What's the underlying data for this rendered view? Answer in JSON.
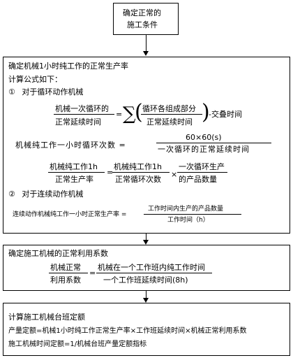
{
  "top_box": {
    "line1": "确定正常的",
    "line2": "施工条件"
  },
  "section1": {
    "title": "确定机械1小时纯工作的正常生产率",
    "calc_intro": "计算公式如下：",
    "item1_marker": "①",
    "item1_label": "对于循环动作机械",
    "f1_lhs_num": "机械一次循环的",
    "f1_lhs_den": "正常延续时间",
    "f1_eq": "=",
    "f1_sigma": "∑",
    "f1_inner_num": "循环各组成部分",
    "f1_inner_den": "正常延续时间",
    "f1_tail": "-交叠时间",
    "f2_lhs": "机械纯工作一小时循环次数 =",
    "f2_num": "60×60(s)",
    "f2_den": "一次循环的正常延续时间",
    "f3_lhs_num": "机械纯工作1h",
    "f3_lhs_den": "正常生产率",
    "f3_eq": "=",
    "f3_mid_num": "机械纯工作1h",
    "f3_mid_den": "正常循环次数",
    "f3_times": "×",
    "f3_right_num": "一次循环生产",
    "f3_right_den": "的产品数量",
    "item2_marker": "②",
    "item2_label": "对于连续动作机械",
    "f4_lhs": "连续动作机械纯工作一小时正常生产率 =",
    "f4_num": "工作时间内生产的产品数量",
    "f4_den": "工作时间（h）"
  },
  "section2": {
    "title": "确定施工机械的正常利用系数",
    "f5_lhs_num": "机械正常",
    "f5_lhs_den": "利用系数",
    "f5_eq": "=",
    "f5_num": "机械在一个工作班内纯工作时间",
    "f5_den": "一个工作班延续时间(8h)"
  },
  "section3": {
    "title": "计算施工机械台班定额",
    "line1": "产量定额=机械1小时纯工作正常生产率×工作班延续时间×机械正常利用系数",
    "line2": "施工机械时间定额=1/机械台班产量定额指标"
  }
}
